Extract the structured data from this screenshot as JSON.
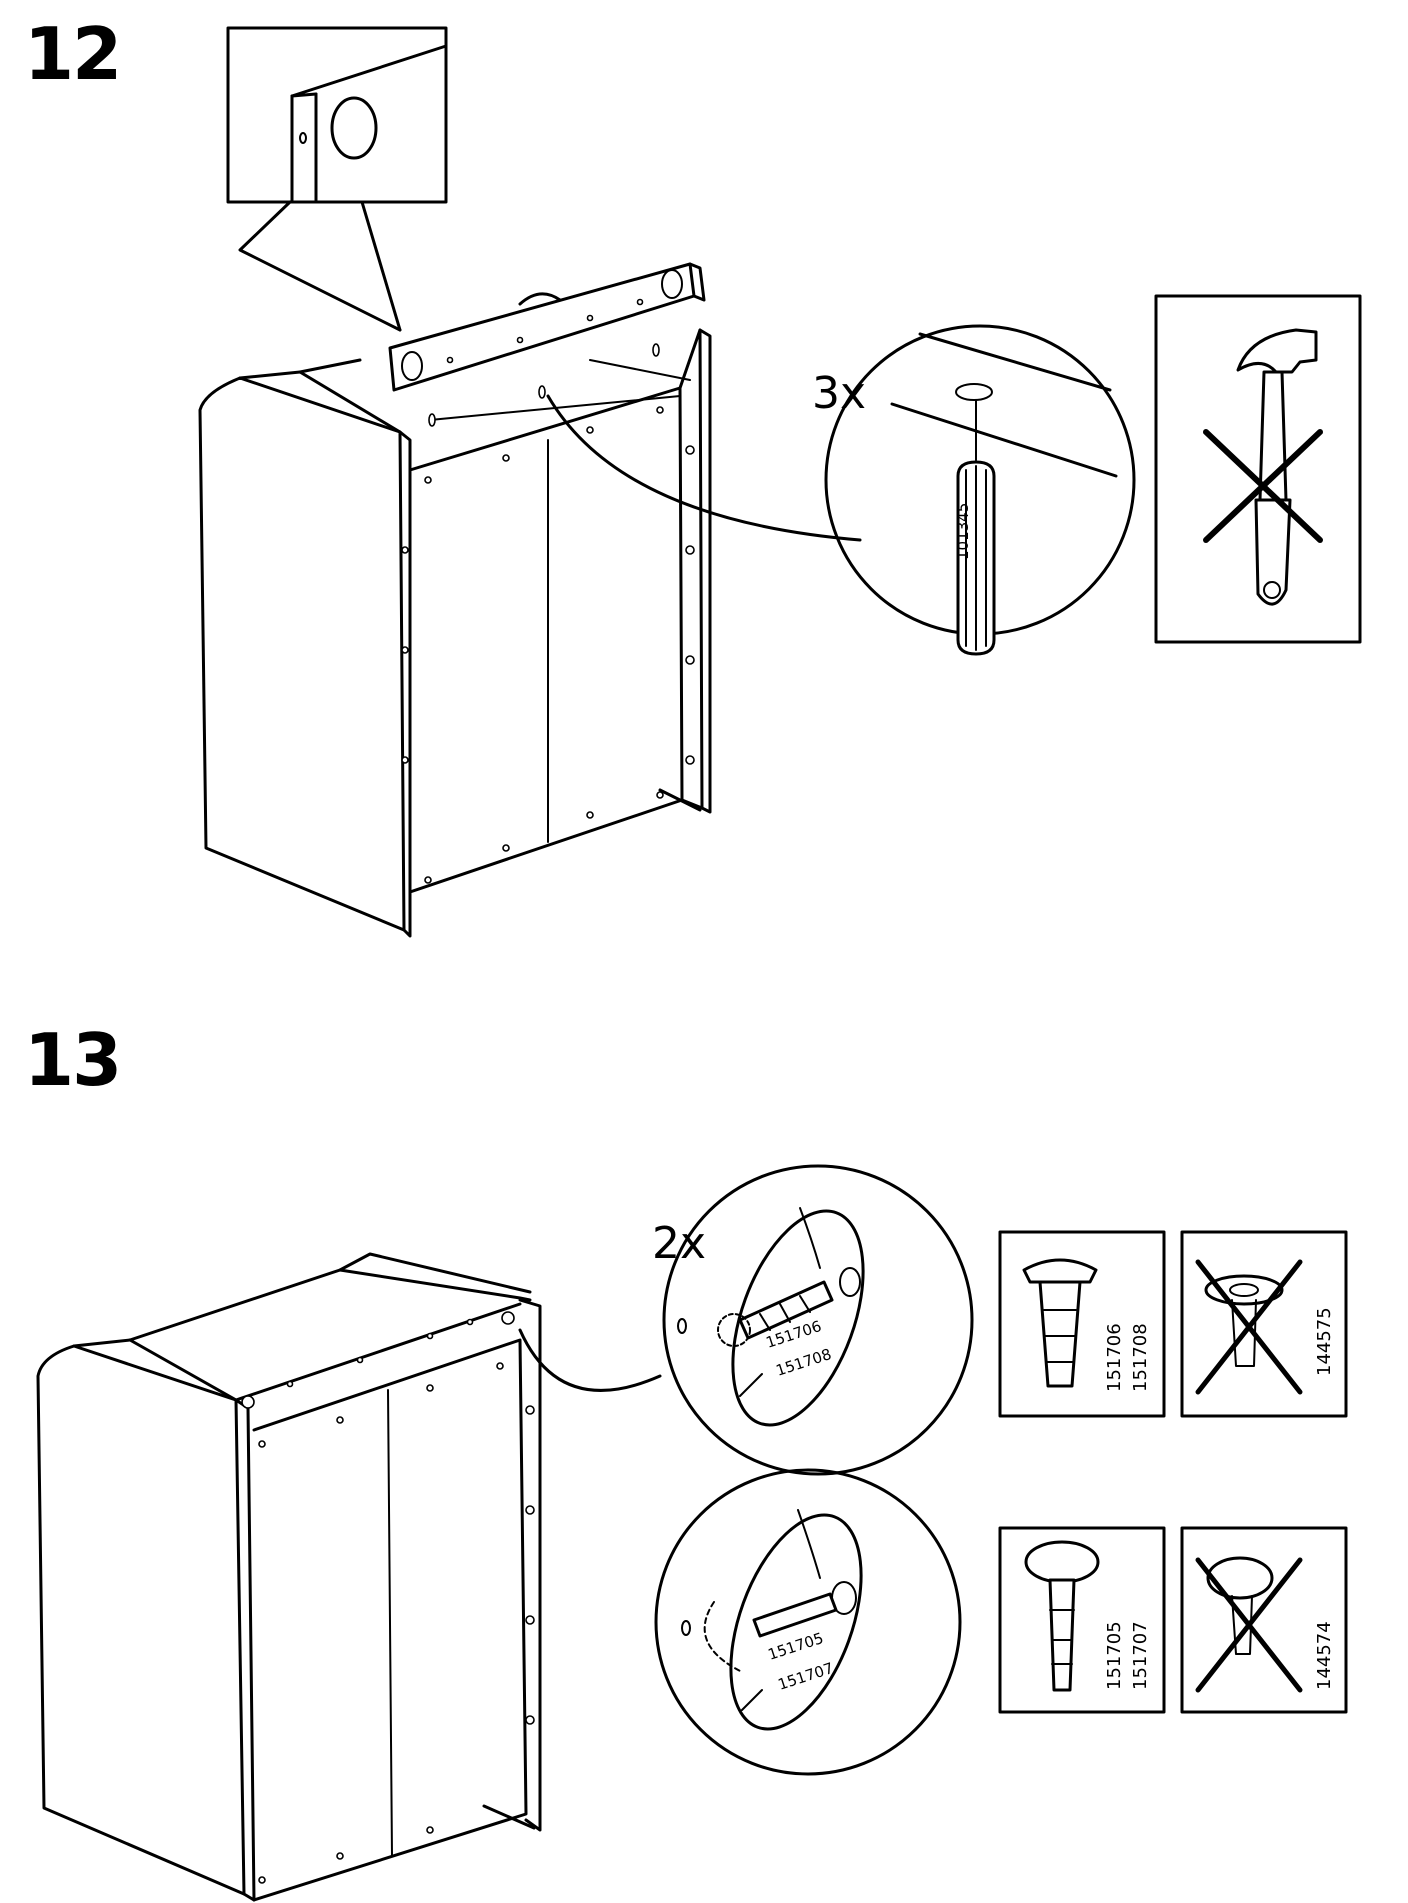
{
  "steps": [
    {
      "number": "12",
      "callout_quantity": "3x",
      "dowel_part_id": "101345"
    },
    {
      "number": "13",
      "callout_quantity": "2x",
      "cam_screw_parts": [
        "151706",
        "151708"
      ],
      "wrong_cam_part": "144575",
      "cam_plug_parts": [
        "151705",
        "151707"
      ],
      "wrong_plug_part": "144574"
    }
  ]
}
